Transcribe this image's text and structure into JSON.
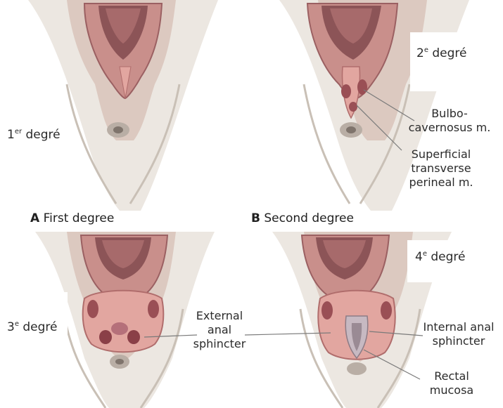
{
  "panels": [
    {
      "letter": "A",
      "caption": "First degree",
      "degree_prefix": "1",
      "degree_sup": "er",
      "degree_word": "degré",
      "annotations": []
    },
    {
      "letter": "B",
      "caption": "Second degree",
      "degree_prefix": "2",
      "degree_sup": "e",
      "degree_word": "degré",
      "annotations": [
        {
          "line1": "Bulbo-",
          "line2": "cavernosus m.",
          "line3": ""
        },
        {
          "line1": "Superficial",
          "line2": "transverse",
          "line3": "perineal m."
        }
      ]
    },
    {
      "letter": "",
      "caption": "",
      "degree_prefix": "3",
      "degree_sup": "e",
      "degree_word": "degré",
      "annotations": [
        {
          "line1": "External",
          "line2": "anal",
          "line3": "sphincter"
        }
      ]
    },
    {
      "letter": "",
      "caption": "",
      "degree_prefix": "4",
      "degree_sup": "e",
      "degree_word": "degré",
      "annotations": [
        {
          "line1": "Internal anal",
          "line2": "sphincter",
          "line3": ""
        },
        {
          "line1": "Rectal",
          "line2": "mucosa",
          "line3": ""
        }
      ]
    }
  ],
  "colors": {
    "skin": "#e9e4de",
    "skin_shadow": "#c9c0b6",
    "vulva_outer": "#c9918d",
    "vulva_inner": "#8c5457",
    "tear": "#e2a6a0",
    "muscle": "#9a4f55",
    "leader": "#7a7a7a"
  }
}
